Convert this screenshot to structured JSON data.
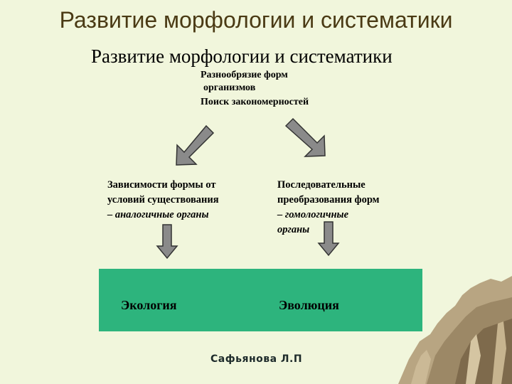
{
  "title": "Развитие морфологии и систематики",
  "subtitle": "Развитие морфологии и систематики",
  "intro": {
    "line1": "Разнообрязие форм",
    "line2": "организмов",
    "line3": "Поиск закономерностей"
  },
  "left_column": {
    "line1": "Зависимости формы от",
    "line2": "условий существования",
    "line3": "– аналогичные органы"
  },
  "right_column": {
    "line1": "Последовательные",
    "line2": "преобразования форм",
    "line3": "– гомологичные",
    "line4": "органы"
  },
  "box": {
    "left_label": "Экология",
    "right_label": "Эволюция",
    "color": "#2db47d"
  },
  "author": "Сафьянова Л.П",
  "colors": {
    "background": "#f1f6dc",
    "arrow_fill": "#8a8a8a",
    "title": "#4a3a14"
  },
  "icons": [
    "arrow-down-left-icon",
    "arrow-down-right-icon",
    "arrow-down-icon",
    "cliffs-decoration"
  ]
}
